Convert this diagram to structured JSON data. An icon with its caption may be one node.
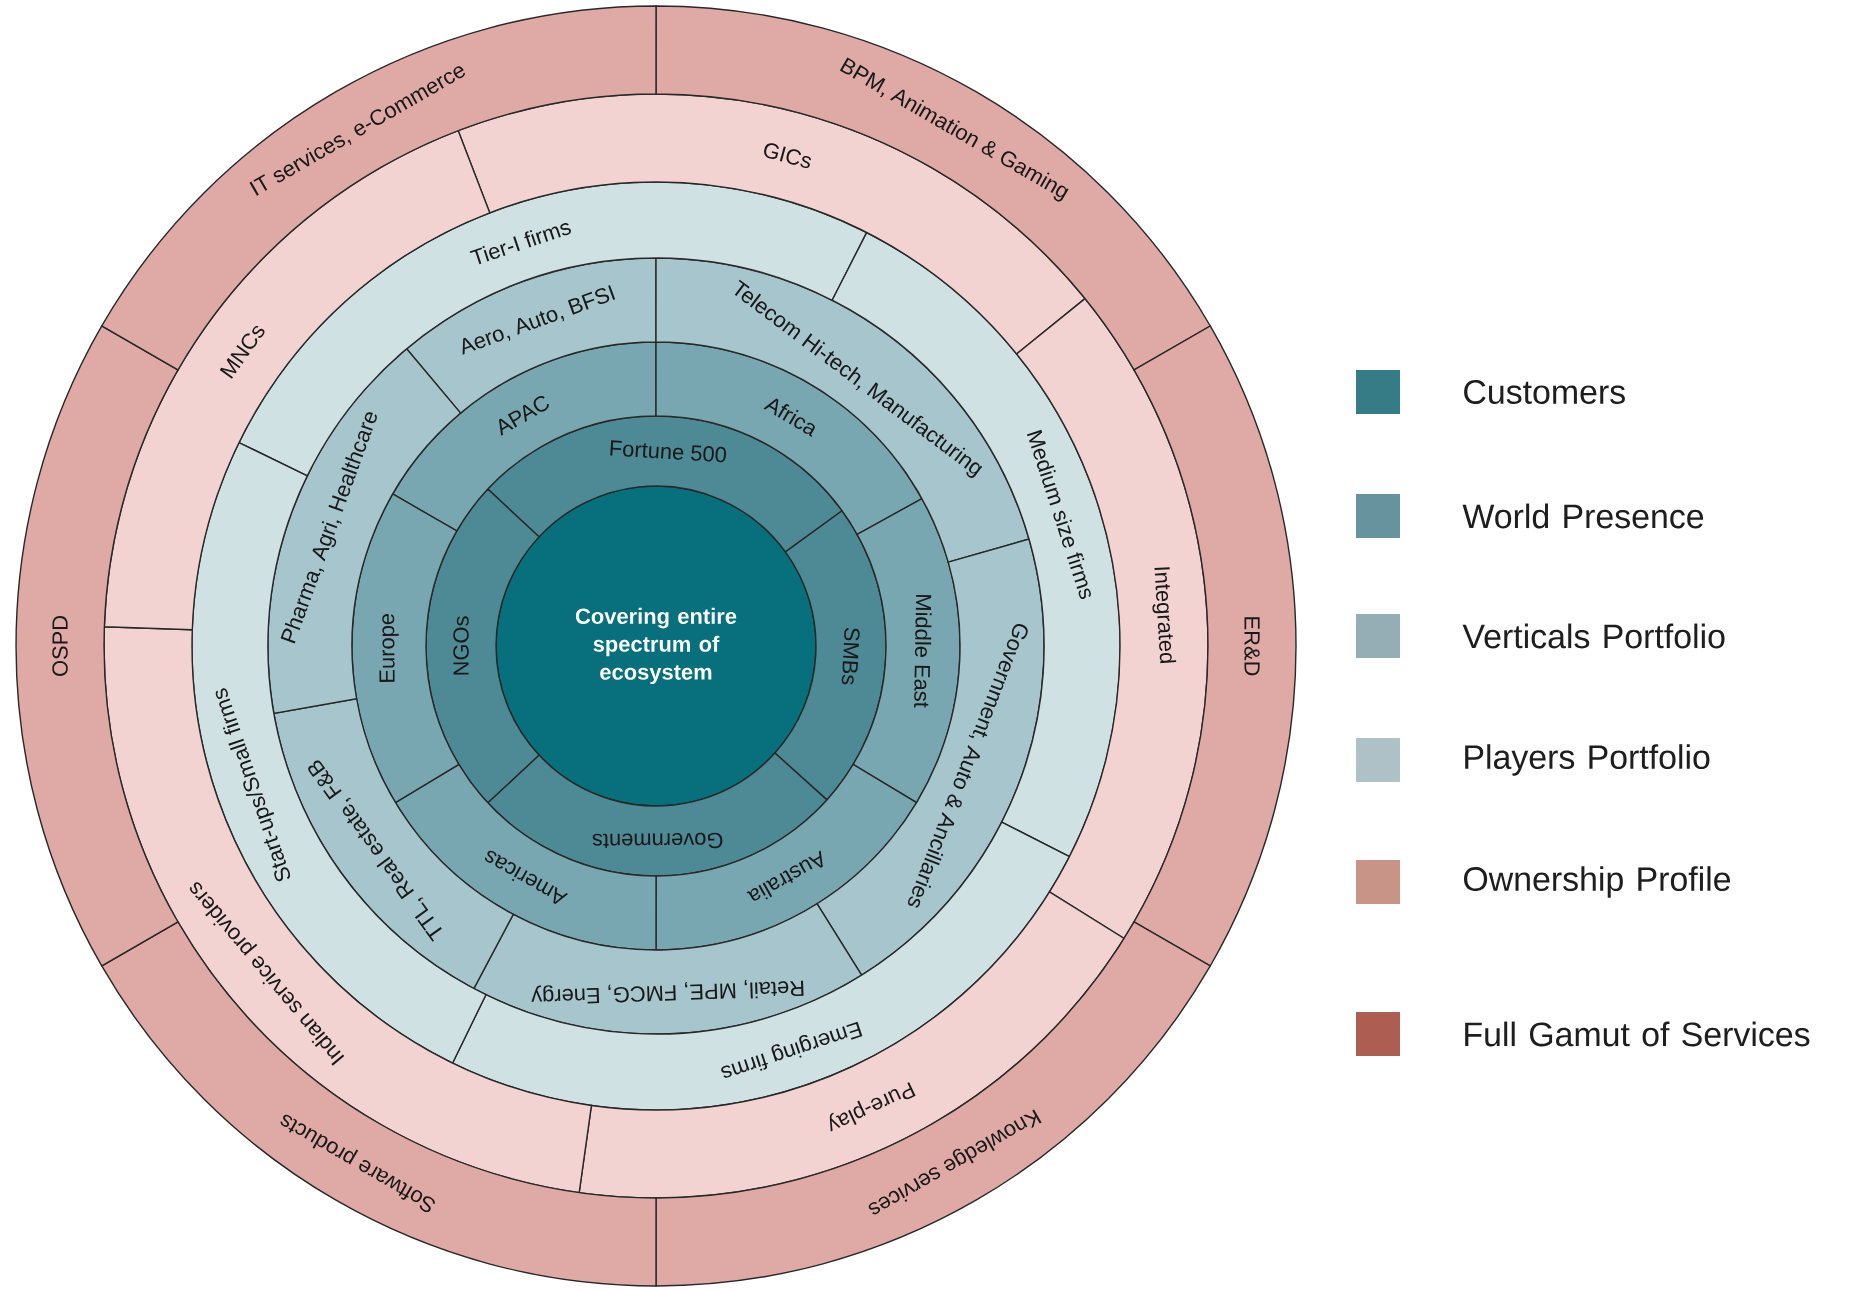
{
  "diagram": {
    "nodes": [
      {
        "text": [
          "Covering entire spectrum of ecosystem"
        ]
      },
      {
        "text": [
          "Fortune 500"
        ]
      },
      {
        "text": [
          "SMBs"
        ]
      },
      {
        "text": [
          "Governments"
        ]
      },
      {
        "text": [
          "NGOs"
        ]
      },
      {
        "text": [
          "APAC"
        ]
      },
      {
        "text": [
          "Africa"
        ]
      },
      {
        "text": [
          "Middle East"
        ]
      },
      {
        "text": [
          "Australia"
        ]
      },
      {
        "text": [
          "Americas"
        ]
      },
      {
        "text": [
          "Europe"
        ]
      },
      {
        "text": [
          "Aero, Auto, BFSI"
        ]
      },
      {
        "text": [
          "Telecom Hi-tech, Manufacturing"
        ]
      },
      {
        "text": [
          "Government, Auto & Ancillaries"
        ]
      },
      {
        "text": [
          "Retail, MPE, FMCG, Energy"
        ]
      },
      {
        "text": [
          "TTL, Real estate, F&B"
        ]
      },
      {
        "text": [
          "Pharma, Agri, Healthcare"
        ]
      },
      {
        "text": [
          "Tier-I firms"
        ]
      },
      {
        "text": [
          "Medium size firms"
        ]
      },
      {
        "text": [
          "Emerging firms"
        ]
      },
      {
        "text": [
          "Start-ups/Small firms"
        ]
      },
      {
        "text": [
          "GICs"
        ]
      },
      {
        "text": [
          "Integrated"
        ]
      },
      {
        "text": [
          "Pure-play"
        ]
      },
      {
        "text": [
          "Indian service providers"
        ]
      },
      {
        "text": [
          "MNCs"
        ]
      },
      {
        "text": [
          "BPM, Animation & Gaming"
        ]
      },
      {
        "text": [
          "ER&D"
        ]
      },
      {
        "text": [
          "Knowledge services"
        ]
      },
      {
        "text": [
          "Software products"
        ]
      },
      {
        "text": [
          "OSPD"
        ]
      },
      {
        "text": [
          "IT services, e-Commerce"
        ]
      }
    ],
    "legend": [
      {
        "text": "Customers",
        "color": "#367c87"
      },
      {
        "text": "World Presence",
        "color": "#66939e"
      },
      {
        "text": "Verticals Portfolio",
        "color": "#95aeb6"
      },
      {
        "text": "Players Portfolio",
        "color": "#adc1c7"
      },
      {
        "text": "Ownership Profile",
        "color": "#c99488"
      },
      {
        "text": "Full Gamut of Services",
        "color": "#ae5d52"
      }
    ]
  }
}
